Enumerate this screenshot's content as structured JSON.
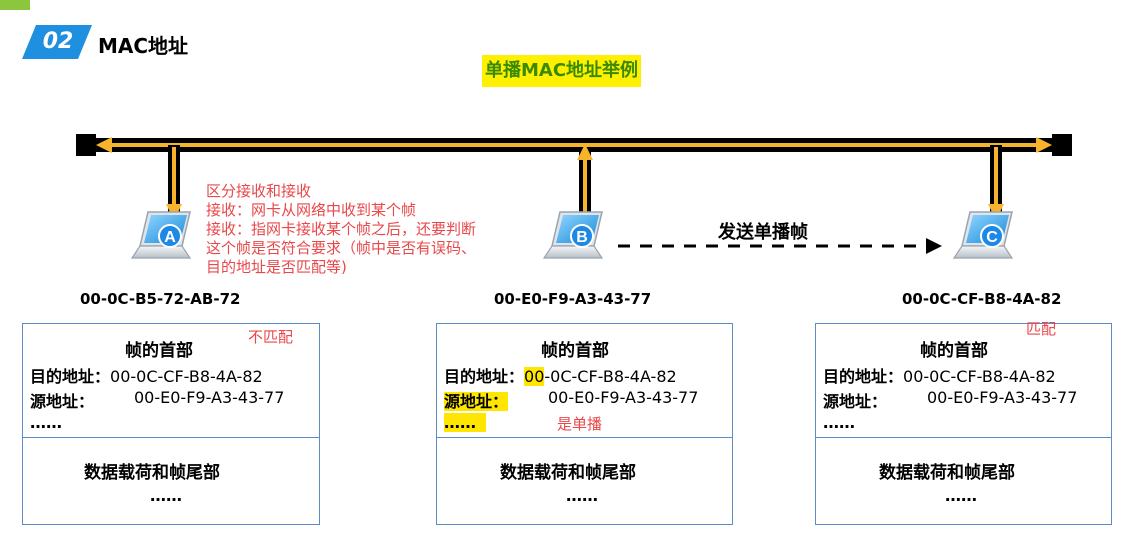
{
  "section": {
    "number": "02",
    "title": "MAC地址"
  },
  "title": "单播MAC地址举例",
  "send_label": "发送单播帧",
  "notes": {
    "lines": [
      "区分接收和接收",
      "接收：网卡从网络中收到某个帧",
      "接收：指网卡接收某个帧之后，还要判断",
      "这个帧是否符合要求（帧中是否有误码、",
      "目的地址是否匹配等)"
    ],
    "mismatch": "不匹配",
    "match": "匹配",
    "unicast": "是单播"
  },
  "hosts": [
    {
      "letter": "A",
      "mac": "00-0C-B5-72-AB-72"
    },
    {
      "letter": "B",
      "mac": "00-E0-F9-A3-43-77"
    },
    {
      "letter": "C",
      "mac": "00-0C-CF-B8-4A-82"
    }
  ],
  "frame": {
    "header_title": "帧的首部",
    "dst_label": "目的地址：",
    "dst_value": "00-0C-CF-B8-4A-82",
    "dst_prefix": "00",
    "dst_rest": "-0C-CF-B8-4A-82",
    "src_label": "源地址：",
    "src_value": "00-E0-F9-A3-43-77",
    "ellipsis": "……",
    "payload": "数据载荷和帧尾部",
    "payload_ellipsis": "……"
  },
  "colors": {
    "bus": "#000000",
    "arrow": "#f7b32b",
    "note": "#e8484a",
    "highlight": "#ffe600",
    "box_border": "#5b8cc6",
    "title_bg": "#ffef00",
    "title_text": "#3a8a00"
  }
}
